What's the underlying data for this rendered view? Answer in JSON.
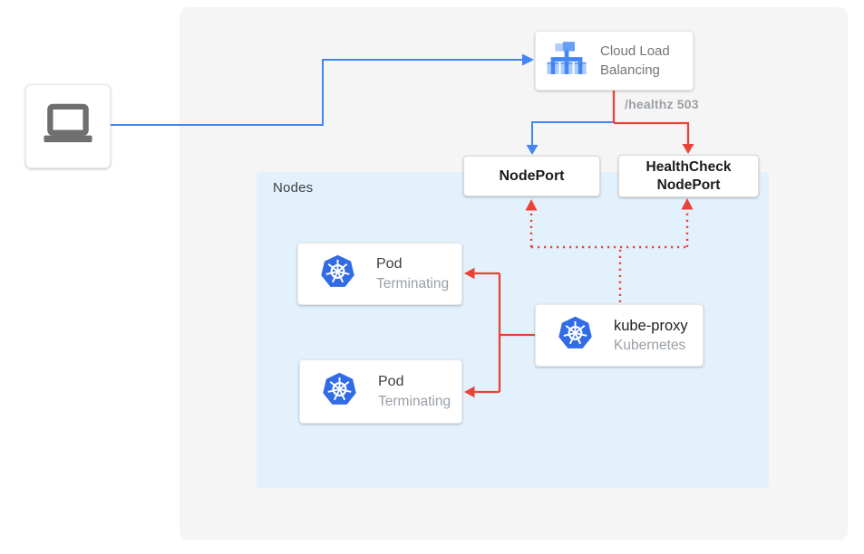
{
  "palette": {
    "traffic_blue": "#4285f4",
    "health_red": "#ea4335",
    "kubernetes_blue": "#326ce5",
    "gcp_icon_blue_mid": "#669df6",
    "gcp_icon_blue_light": "#aecbfa",
    "background_gray": "#f5f5f6",
    "nodes_panel_blue": "#e3f1fc"
  },
  "nodes_panel": {
    "label": "Nodes"
  },
  "cloud_lb": {
    "label": "Cloud Load Balancing"
  },
  "edge_labels": {
    "healthz": "/healthz 503"
  },
  "nodeport": {
    "label": "NodePort"
  },
  "healthcheck_nodeport": {
    "label": "HealthCheck NodePort"
  },
  "pods": [
    {
      "title": "Pod",
      "status": "Terminating"
    },
    {
      "title": "Pod",
      "status": "Terminating"
    }
  ],
  "kube_proxy": {
    "title": "kube-proxy",
    "subtitle": "Kubernetes"
  }
}
